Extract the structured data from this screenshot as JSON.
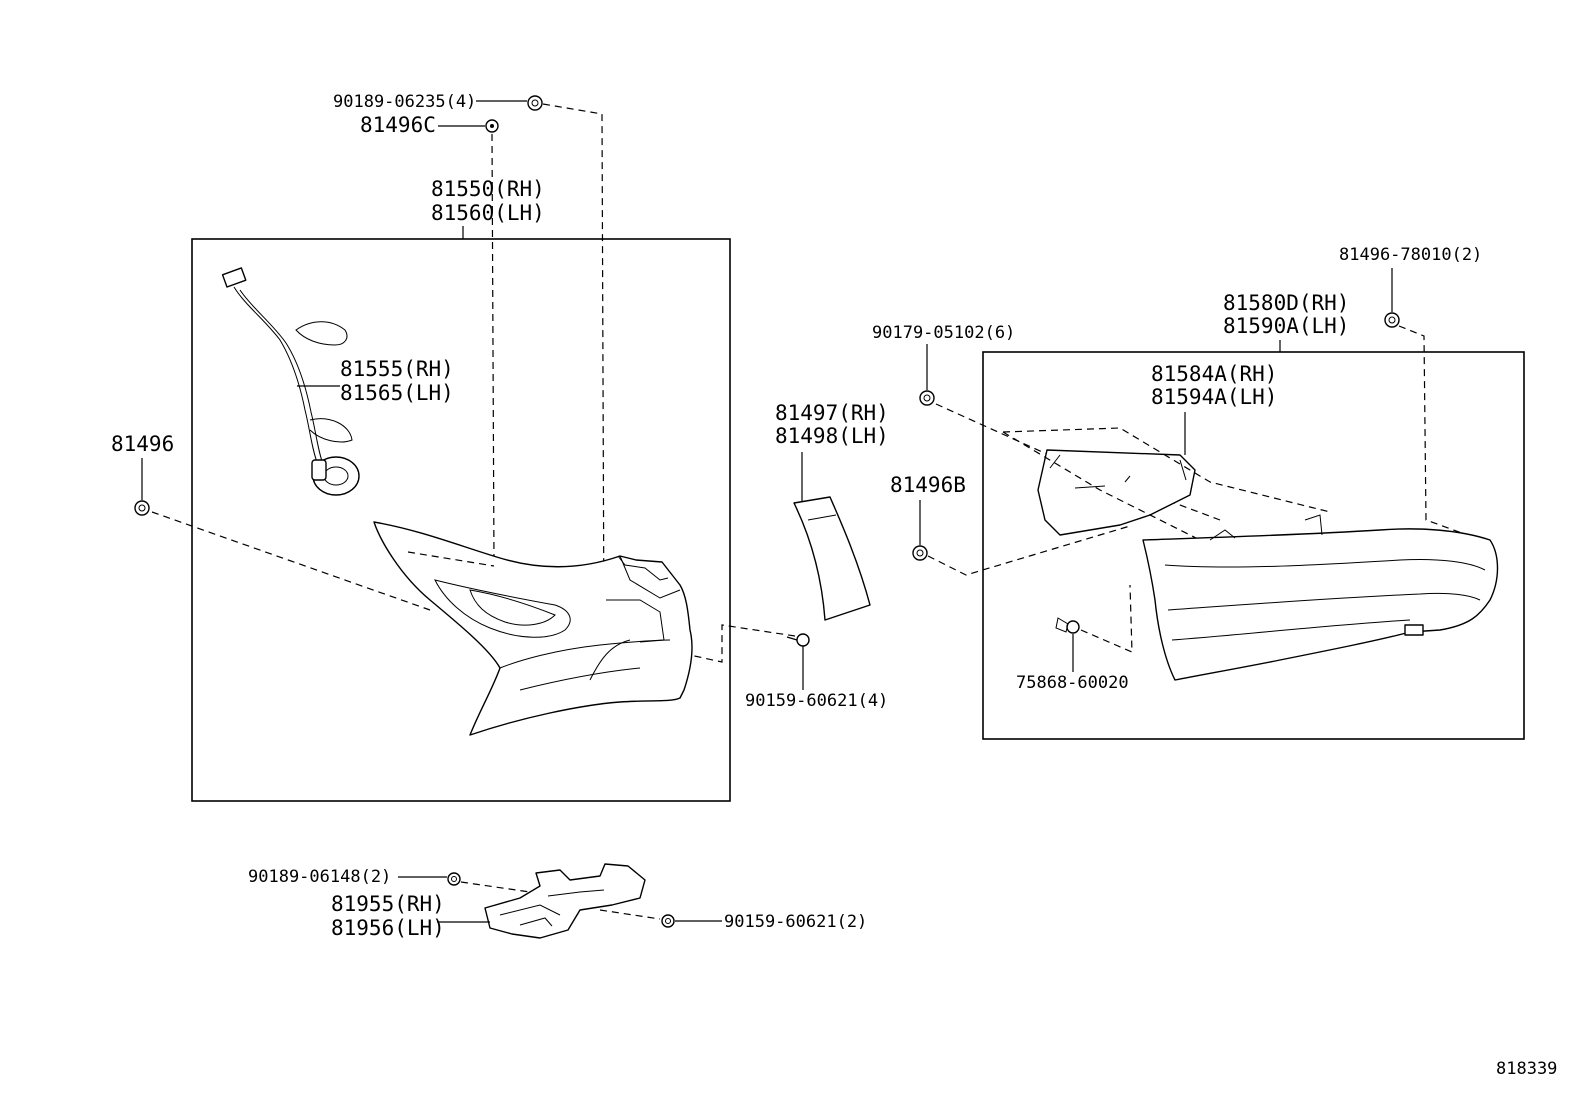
{
  "labels": {
    "screw_90189_06235": "90189-06235(4)",
    "clip_81496c": "81496C",
    "lamp_81550_rh": "81550(RH)",
    "lamp_81560_lh": "81560(LH)",
    "socket_81555_rh": "81555(RH)",
    "socket_81565_lh": "81565(LH)",
    "clip_81496": "81496",
    "gasket_81497_rh": "81497(RH)",
    "gasket_81498_lh": "81498(LH)",
    "screw_90159_60621_4": "90159-60621(4)",
    "nut_90179_05102": "90179-05102(6)",
    "clip_81496b": "81496B",
    "clip_81496_78010": "81496-78010(2)",
    "lamp_81580d_rh": "81580D(RH)",
    "lamp_81590a_lh": "81590A(LH)",
    "bracket_81584a_rh": "81584A(RH)",
    "bracket_81594a_lh": "81594A(LH)",
    "clip_75868_60020": "75868-60020",
    "screw_90189_06148": "90189-06148(2)",
    "bracket_81955_rh": "81955(RH)",
    "bracket_81956_lh": "81956(LH)",
    "screw_90159_60621_2": "90159-60621(2)",
    "diagram_number": "818339"
  }
}
